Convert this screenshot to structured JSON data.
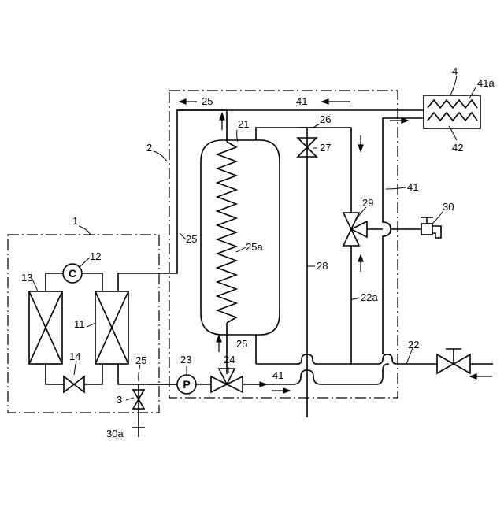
{
  "labels": {
    "l1": "1",
    "l2": "2",
    "l3": "3",
    "l4": "4",
    "l11": "11",
    "l12": "12",
    "l13": "13",
    "l14": "14",
    "l21": "21",
    "l22": "22",
    "l22a": "22a",
    "l23": "23",
    "l24": "24",
    "l25_top": "25",
    "l25_mid": "25",
    "l25_low": "25",
    "l25_unit1": "25",
    "l25a": "25a",
    "l26": "26",
    "l27": "27",
    "l28": "28",
    "l29": "29",
    "l30": "30",
    "l30a": "30a",
    "l41_top": "41",
    "l41_right": "41",
    "l41_bottom": "41",
    "l41a": "41a",
    "l42": "42"
  },
  "symbols": {
    "compressor": "C",
    "pump": "P"
  }
}
